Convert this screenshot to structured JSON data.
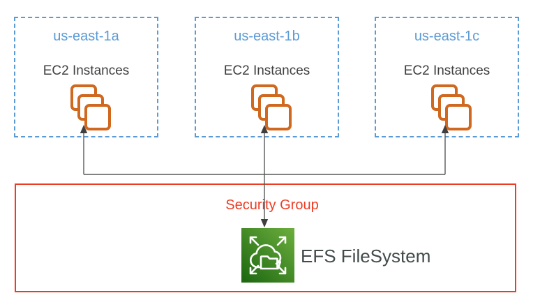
{
  "zones": [
    {
      "region_label": "us-east-1a",
      "service_label": "EC2 Instances"
    },
    {
      "region_label": "us-east-1b",
      "service_label": "EC2 Instances"
    },
    {
      "region_label": "us-east-1c",
      "service_label": "EC2 Instances"
    }
  ],
  "security_group": {
    "label": "Security Group"
  },
  "efs": {
    "label": "EFS FileSystem"
  },
  "icons": {
    "ec2": "ec2-instances-icon (three overlapping orange squares)",
    "efs": "efs-filesystem-icon (green square, white cloud with folder, four outward arrows)"
  },
  "colors": {
    "zone_border_blue": "#5B9BD5",
    "zone_label_blue": "#5B9BD5",
    "body_text_gray": "#404040",
    "efs_text_gray": "#424A4A",
    "ec2_icon_orange": "#D0691F",
    "security_group_red": "#EE3B23",
    "connector_gray": "#595959",
    "arrowhead_gray": "#3F3F3F",
    "efs_green_dark": "#1B660F",
    "efs_green_light": "#6CAE3E"
  }
}
